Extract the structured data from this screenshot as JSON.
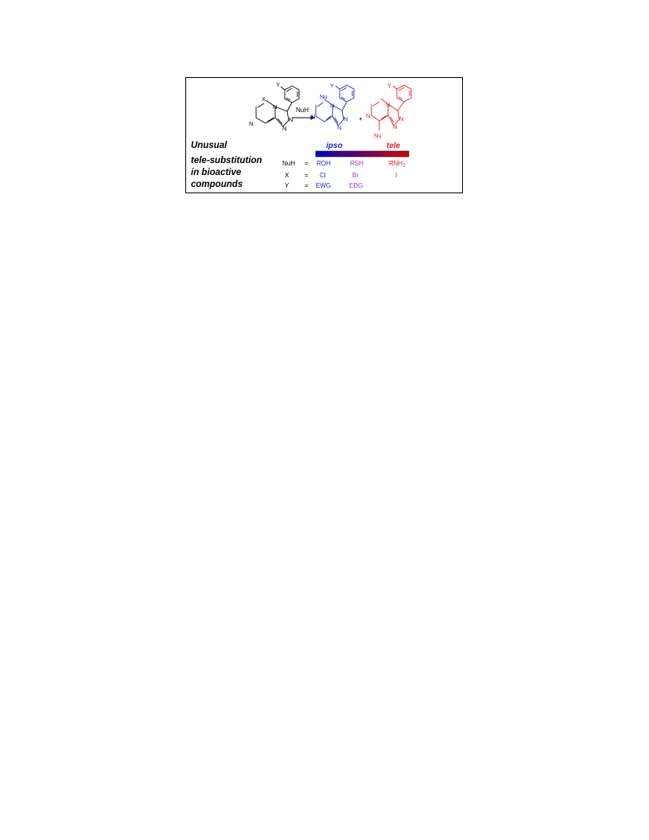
{
  "colors": {
    "ipso": "#1f1fcc",
    "mid": "#9b2fd6",
    "tele": "#e02020",
    "gradient_start": "#0000cc",
    "gradient_end": "#e00000"
  },
  "reaction": {
    "reagent": "NuH",
    "plus": "+",
    "start": {
      "x_label": "X",
      "y_label": "Y",
      "n_label": "N"
    },
    "ipso_product": {
      "nu_label": "Nu",
      "y_label": "Y",
      "n_label": "N"
    },
    "tele_product": {
      "nu_label": "Nu",
      "y_label": "Y",
      "n_label": "N"
    }
  },
  "title_lines": [
    "Unusual",
    "tele-substitution",
    "in bioactive",
    "compounds"
  ],
  "scale": {
    "ipso_label": "ipso",
    "tele_label": "tele"
  },
  "table": {
    "eq": "=",
    "rows": [
      {
        "key": "NuH",
        "values": [
          "ROH",
          "RSH",
          "RNH"
        ],
        "sub": "2"
      },
      {
        "key": "X",
        "values": [
          "Cl",
          "Br",
          "I"
        ]
      },
      {
        "key": "Y",
        "values": [
          "EWG",
          "EDG",
          ""
        ]
      }
    ]
  }
}
